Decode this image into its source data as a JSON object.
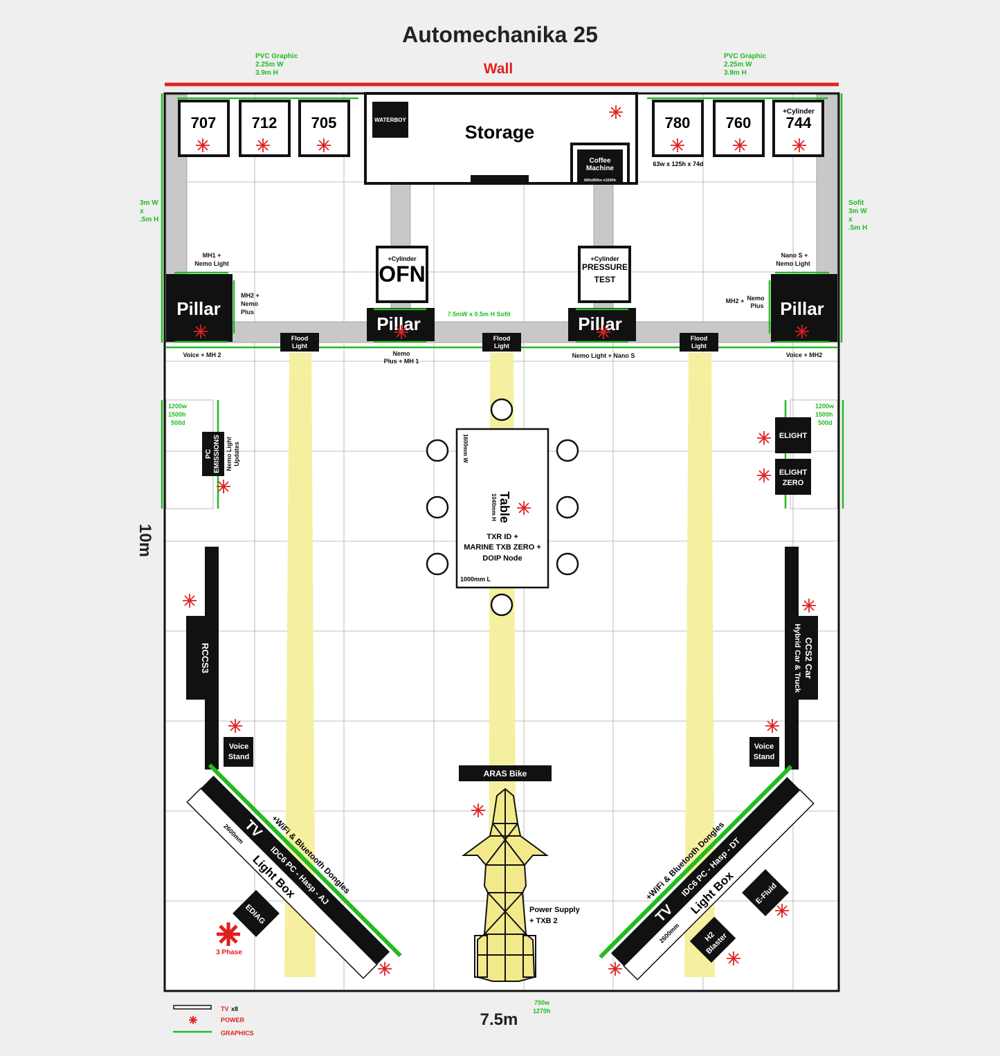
{
  "title": "Automechanika 25",
  "wall_label": "Wall",
  "dims": {
    "depth": "10m",
    "width": "7.5m"
  },
  "graphics": {
    "pvc_left": [
      "PVC Graphic",
      "2.25m W",
      "3.9m H"
    ],
    "pvc_right": [
      "PVC Graphic",
      "2.25m W",
      "3.9m H"
    ],
    "soffit_left": [
      "3m W",
      "x",
      ".5m H"
    ],
    "soffit_right": [
      "Sofit",
      "3m W",
      "x",
      ".5m H"
    ],
    "sofit_mid": "7.5mW x 0.5m H Sofit",
    "panel_left": [
      "1200w",
      "1500h",
      "500d"
    ],
    "panel_right": [
      "1200w",
      "1500h",
      "500d"
    ],
    "bottom_panel": [
      "750w",
      "1270h"
    ]
  },
  "units_left": [
    "707",
    "712",
    "705"
  ],
  "units_right": [
    "780",
    "760",
    "744"
  ],
  "unit_744_extra": "+Cylinder",
  "unit_size_note": "63w x 125h x 74d",
  "storage": {
    "label": "Storage",
    "waterboy": "WATERBOY",
    "coffee": [
      "Coffee",
      "Machine"
    ],
    "coffee_size": "660x850w x1500h"
  },
  "ofn": {
    "extra": "+Cylinder",
    "label": "OFN"
  },
  "pressure": {
    "extra": "+Cylinder",
    "label": [
      "PRESSURE",
      "TEST"
    ]
  },
  "pillar_label": "Pillar",
  "flood_light": [
    "Flood",
    "Light"
  ],
  "pillar_notes": {
    "mh1": [
      "MH1 +",
      "Nemo Light"
    ],
    "mh2_left": [
      "MH2 +",
      "Nemo",
      "Plus"
    ],
    "nano_top": [
      "Nano S +",
      "Nemo Light"
    ],
    "mh2_right": "MH2 +",
    "mh2_right_b": [
      "Nemo",
      "Plus"
    ],
    "voice_mh2_left": "Voice + MH 2",
    "nemo_mh1": [
      "Nemo",
      "Plus + MH 1"
    ],
    "nemo_nano": "Nemo Light + Nano S",
    "voice_mh2_right": "Voice + MH2"
  },
  "pc_emissions": [
    "PC",
    "EMISSIONS"
  ],
  "nemo_updates": [
    "Nemo Light",
    "Updates"
  ],
  "elight": "ELIGHT",
  "elight_zero": [
    "ELIGHT",
    "ZERO"
  ],
  "table": {
    "label": "Table",
    "height": "1040mm H",
    "width": "1600mm W",
    "length": "1000mm L",
    "products": [
      "TXR ID +",
      "MARINE TXB ZERO +",
      "DOIP Node"
    ]
  },
  "rccs3": "RCCS3",
  "ccs2": [
    "CCS2 Car",
    "Hybrid Car & Truck"
  ],
  "voice_stand": [
    "Voice",
    "Stand"
  ],
  "aras_bike": "ARAS Bike",
  "power_supply": [
    "Power Supply",
    "+ TXB 2"
  ],
  "tv_left": {
    "dongles": "+WiFi & Bluetooth Dongles",
    "tv": "TV",
    "pc": "IDC6 PC - Hasp - AJ",
    "size": "2600mm",
    "lightbox": "Light Box"
  },
  "tv_right": {
    "dongles": "+WiFi & Bluetooth Dongles",
    "tv": "TV",
    "pc": "IDC6 PC - Hasp - DT",
    "size": "2600mm",
    "lightbox": "Light Box"
  },
  "ediag": "EDIAG",
  "efluid": "E-Fluid",
  "h2": [
    "H2",
    "Blaster"
  ],
  "three_phase": "3 Phase",
  "legend": {
    "tv": "TV",
    "tv_count": "x8",
    "power": "POWER",
    "graphics": "GRAPHICS"
  },
  "colors": {
    "wall": "#e02020",
    "power": "#e02020",
    "graphics": "#22bb22",
    "flood": "#f5f0a0",
    "soffit": "#c8c8c8"
  }
}
